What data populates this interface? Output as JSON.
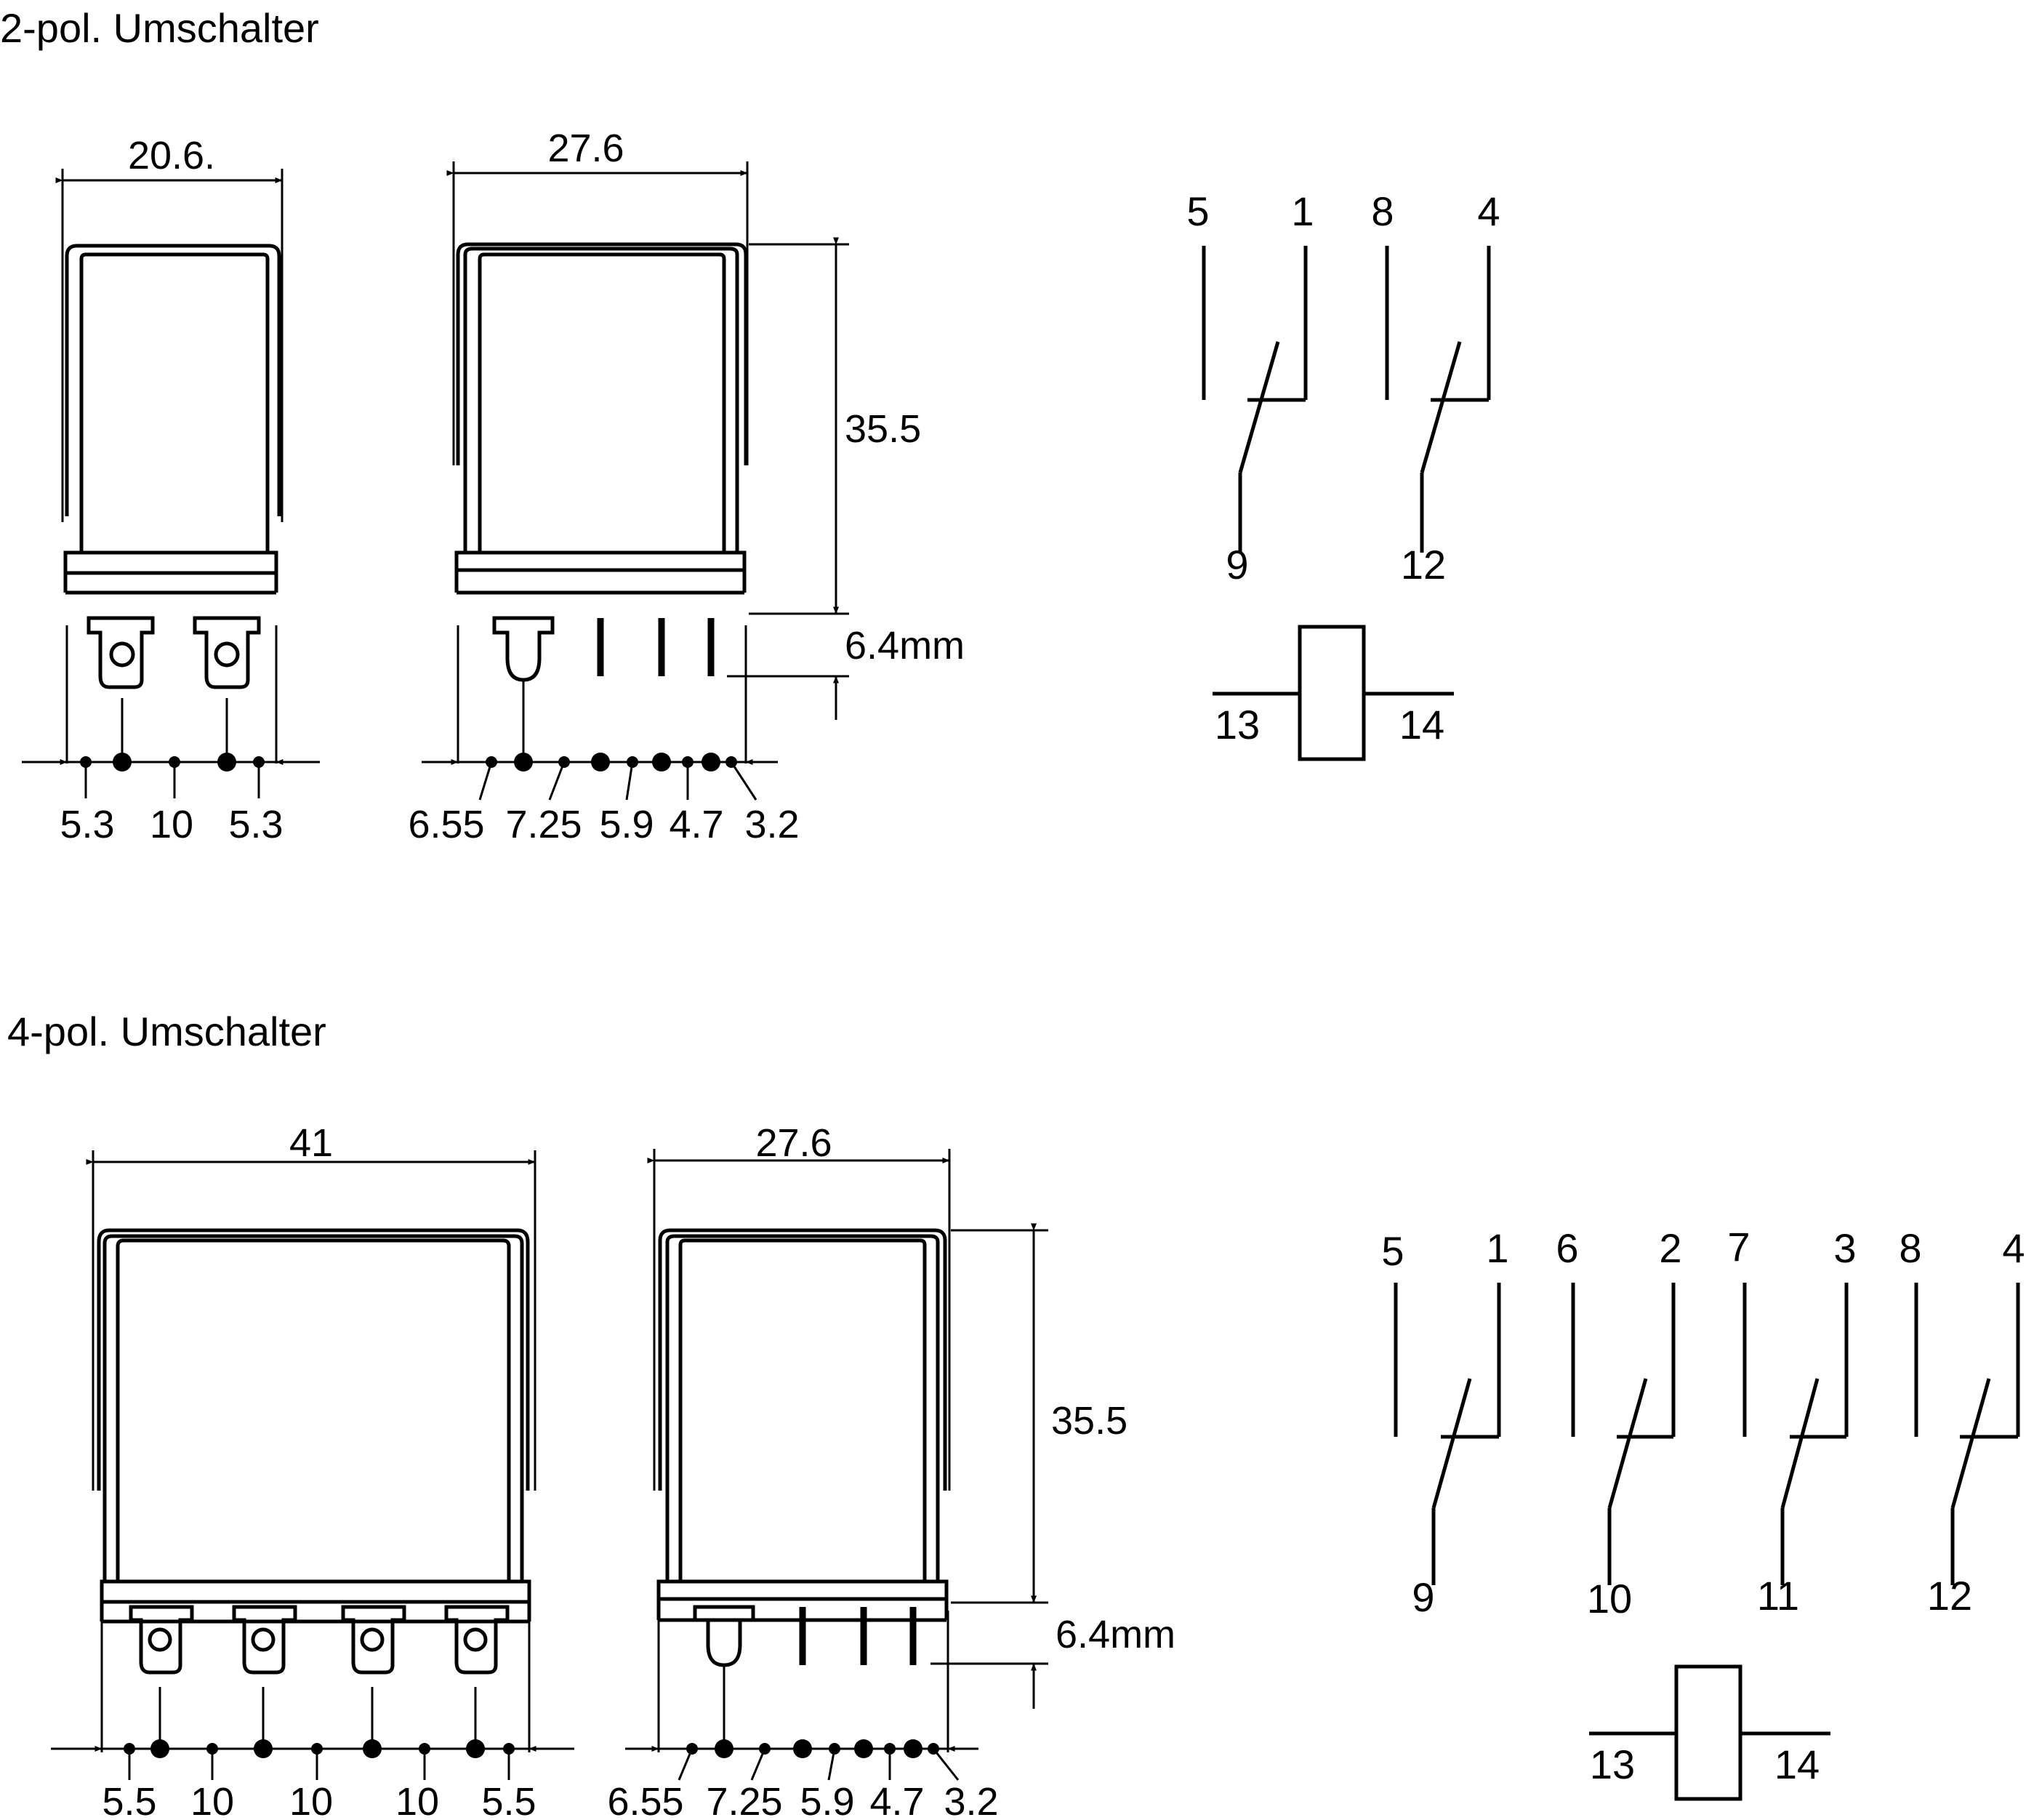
{
  "sections": [
    {
      "title": "2-pol. Umschalter",
      "side_width": "20.6.",
      "front_width": "27.6",
      "height": "35.5",
      "pin_length": "6.4mm",
      "side_pitches": [
        "5.3",
        "10",
        "5.3"
      ],
      "front_pitches": [
        "6.55",
        "7.25",
        "5.9",
        "4.7",
        "3.2"
      ],
      "contacts": [
        {
          "nc": "5",
          "com": "1",
          "no": "9"
        },
        {
          "nc": "8",
          "com": "4",
          "no": "12"
        }
      ],
      "coil": {
        "a": "13",
        "b": "14"
      }
    },
    {
      "title": "4-pol. Umschalter",
      "side_width": "41",
      "front_width": "27.6",
      "height": "35.5",
      "pin_length": "6.4mm",
      "side_pitches": [
        "5.5",
        "10",
        "10",
        "10",
        "5.5"
      ],
      "front_pitches": [
        "6.55",
        "7.25",
        "5.9",
        "4.7",
        "3.2"
      ],
      "contacts": [
        {
          "nc": "5",
          "com": "1",
          "no": "9"
        },
        {
          "nc": "6",
          "com": "2",
          "no": "10"
        },
        {
          "nc": "7",
          "com": "3",
          "no": "11"
        },
        {
          "nc": "8",
          "com": "4",
          "no": "12"
        }
      ],
      "coil": {
        "a": "13",
        "b": "14"
      }
    }
  ]
}
